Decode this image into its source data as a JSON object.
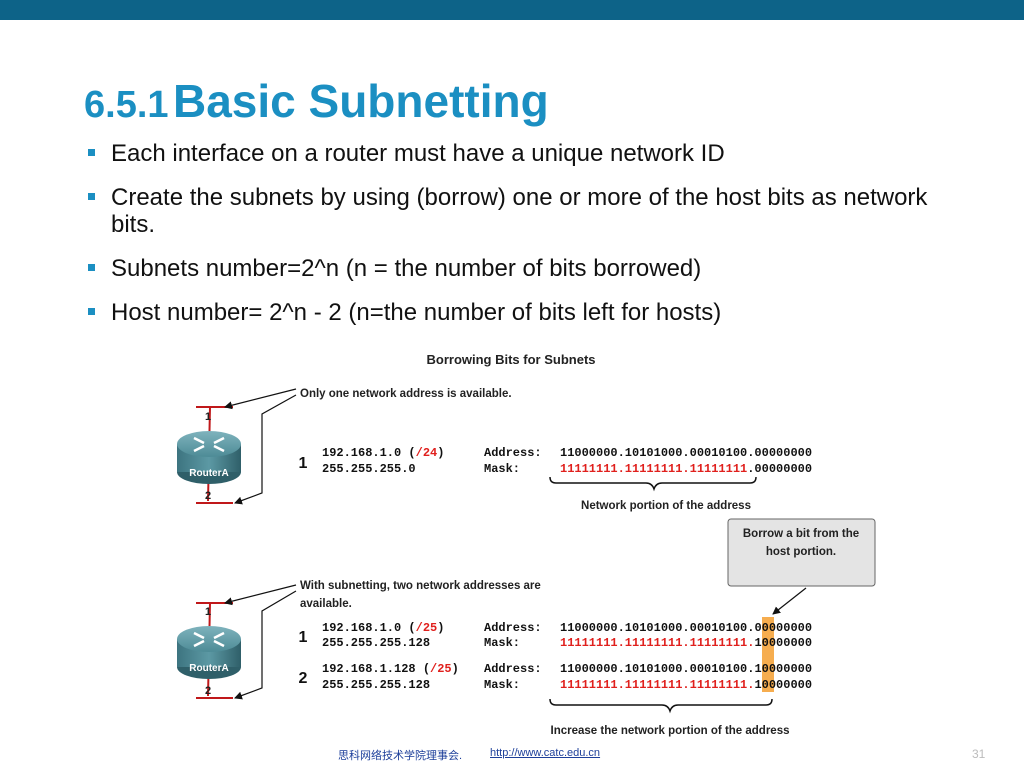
{
  "slide": {
    "section_number": "6.5.1",
    "title": "Basic Subnetting",
    "bullets": [
      "Each interface on a router must have a unique network ID",
      "Create the subnets by using (borrow) one or more of the host bits as network bits.",
      "Subnets number=2^n (n = the number of bits borrowed)",
      "Host number= 2^n - 2 (n=the number of bits left for hosts)"
    ],
    "page_number": "31"
  },
  "figure": {
    "title": "Borrowing Bits for Subnets",
    "router_label": "RouterA",
    "port_1": "1",
    "port_2": "2",
    "top": {
      "callout": "Only one network address is available.",
      "entry_number": "1",
      "ip_prefix": "192.168.1.0 (",
      "cidr": "/24",
      "ip_suffix": ")",
      "mask": "255.255.255.0",
      "address_label": "Address:",
      "mask_label": "Mask:",
      "address_bits": "11000000.10101000.00010100.00000000",
      "mask_bits_network": "11111111.11111111.11111111",
      "mask_bits_host": ".00000000",
      "brace_label": "Network portion of the address"
    },
    "borrow_note": [
      "Borrow a bit from the",
      "host portion."
    ],
    "bottom": {
      "callout": [
        "With subnetting, two network addresses are",
        "available."
      ],
      "subnets": [
        {
          "entry_number": "1",
          "ip_prefix": "192.168.1.0 (",
          "cidr": "/25",
          "ip_suffix": ")",
          "mask": "255.255.255.128",
          "address_bits_network": "11000000.10101000.00010100.",
          "address_bits_host": "00000000",
          "mask_bits_network": "11111111.11111111.11111111.",
          "mask_bits_borrowed": "1",
          "mask_bits_host": "0000000"
        },
        {
          "entry_number": "2",
          "ip_prefix": "192.168.1.128 (",
          "cidr": "/25",
          "ip_suffix": ")",
          "mask": "255.255.255.128",
          "address_bits_network": "11000000.10101000.00010100.",
          "address_bits_host": "10000000",
          "mask_bits_network": "11111111.11111111.11111111.",
          "mask_bits_borrowed": "1",
          "mask_bits_host": "0000000"
        }
      ],
      "brace_label": "Increase the network portion of the address"
    }
  },
  "footer": {
    "org": "思科网络技术学院理事会.",
    "link": "http://www.catc.edu.cn"
  },
  "colors": {
    "title_blue": "#1b8fc2",
    "top_bar": "#0d6388",
    "mask_red": "#e0201d",
    "borrow_highlight": "#f5a43c"
  }
}
